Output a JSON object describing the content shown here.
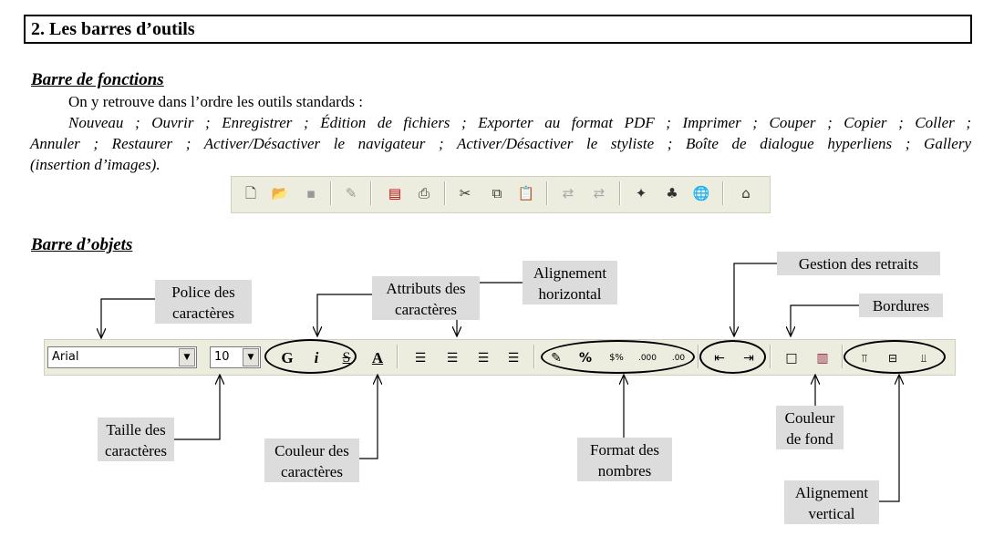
{
  "section": {
    "title": "2.   Les barres d’outils"
  },
  "functions_bar": {
    "heading": "Barre de fonctions",
    "intro": "On y retrouve dans l’ordre les outils standards :",
    "list_line1": "Nouveau ; Ouvrir ; Enregistrer ; Édition de fichiers ; Exporter au format PDF ; Imprimer ; Couper ; Copier ; Coller ;",
    "list_line2": "Annuler ; Restaurer ; Activer/Désactiver le navigateur ; Activer/Désactiver le styliste ; Boîte de dialogue hyperliens ; Gallery",
    "list_line3": "(insertion d’images).",
    "icons": [
      "new-document-icon",
      "open-folder-icon",
      "save-icon",
      "edit-file-icon",
      "export-pdf-icon",
      "print-icon",
      "cut-icon",
      "copy-icon",
      "paste-icon",
      "undo-icon",
      "redo-icon",
      "navigator-icon",
      "stylist-icon",
      "hyperlink-icon",
      "gallery-icon"
    ]
  },
  "objects_bar": {
    "heading": "Barre d’objets",
    "font_name": "Arial",
    "font_size": "10",
    "bold_glyph": "G",
    "italic_glyph": "i",
    "underline_glyph": "S",
    "font_color_glyph": "A",
    "percent_glyph": "%",
    "callouts": {
      "police": "Police des caractères",
      "attributs": "Attributs des caractères",
      "alignement_h": "Alignement horizontal",
      "retraits": "Gestion des retraits",
      "bordures": "Bordures",
      "taille": "Taille des caractères",
      "couleur_car": "Couleur des caractères",
      "format_nombres": "Format des nombres",
      "couleur_fond": "Couleur de fond",
      "alignement_v": "Alignement vertical"
    }
  }
}
